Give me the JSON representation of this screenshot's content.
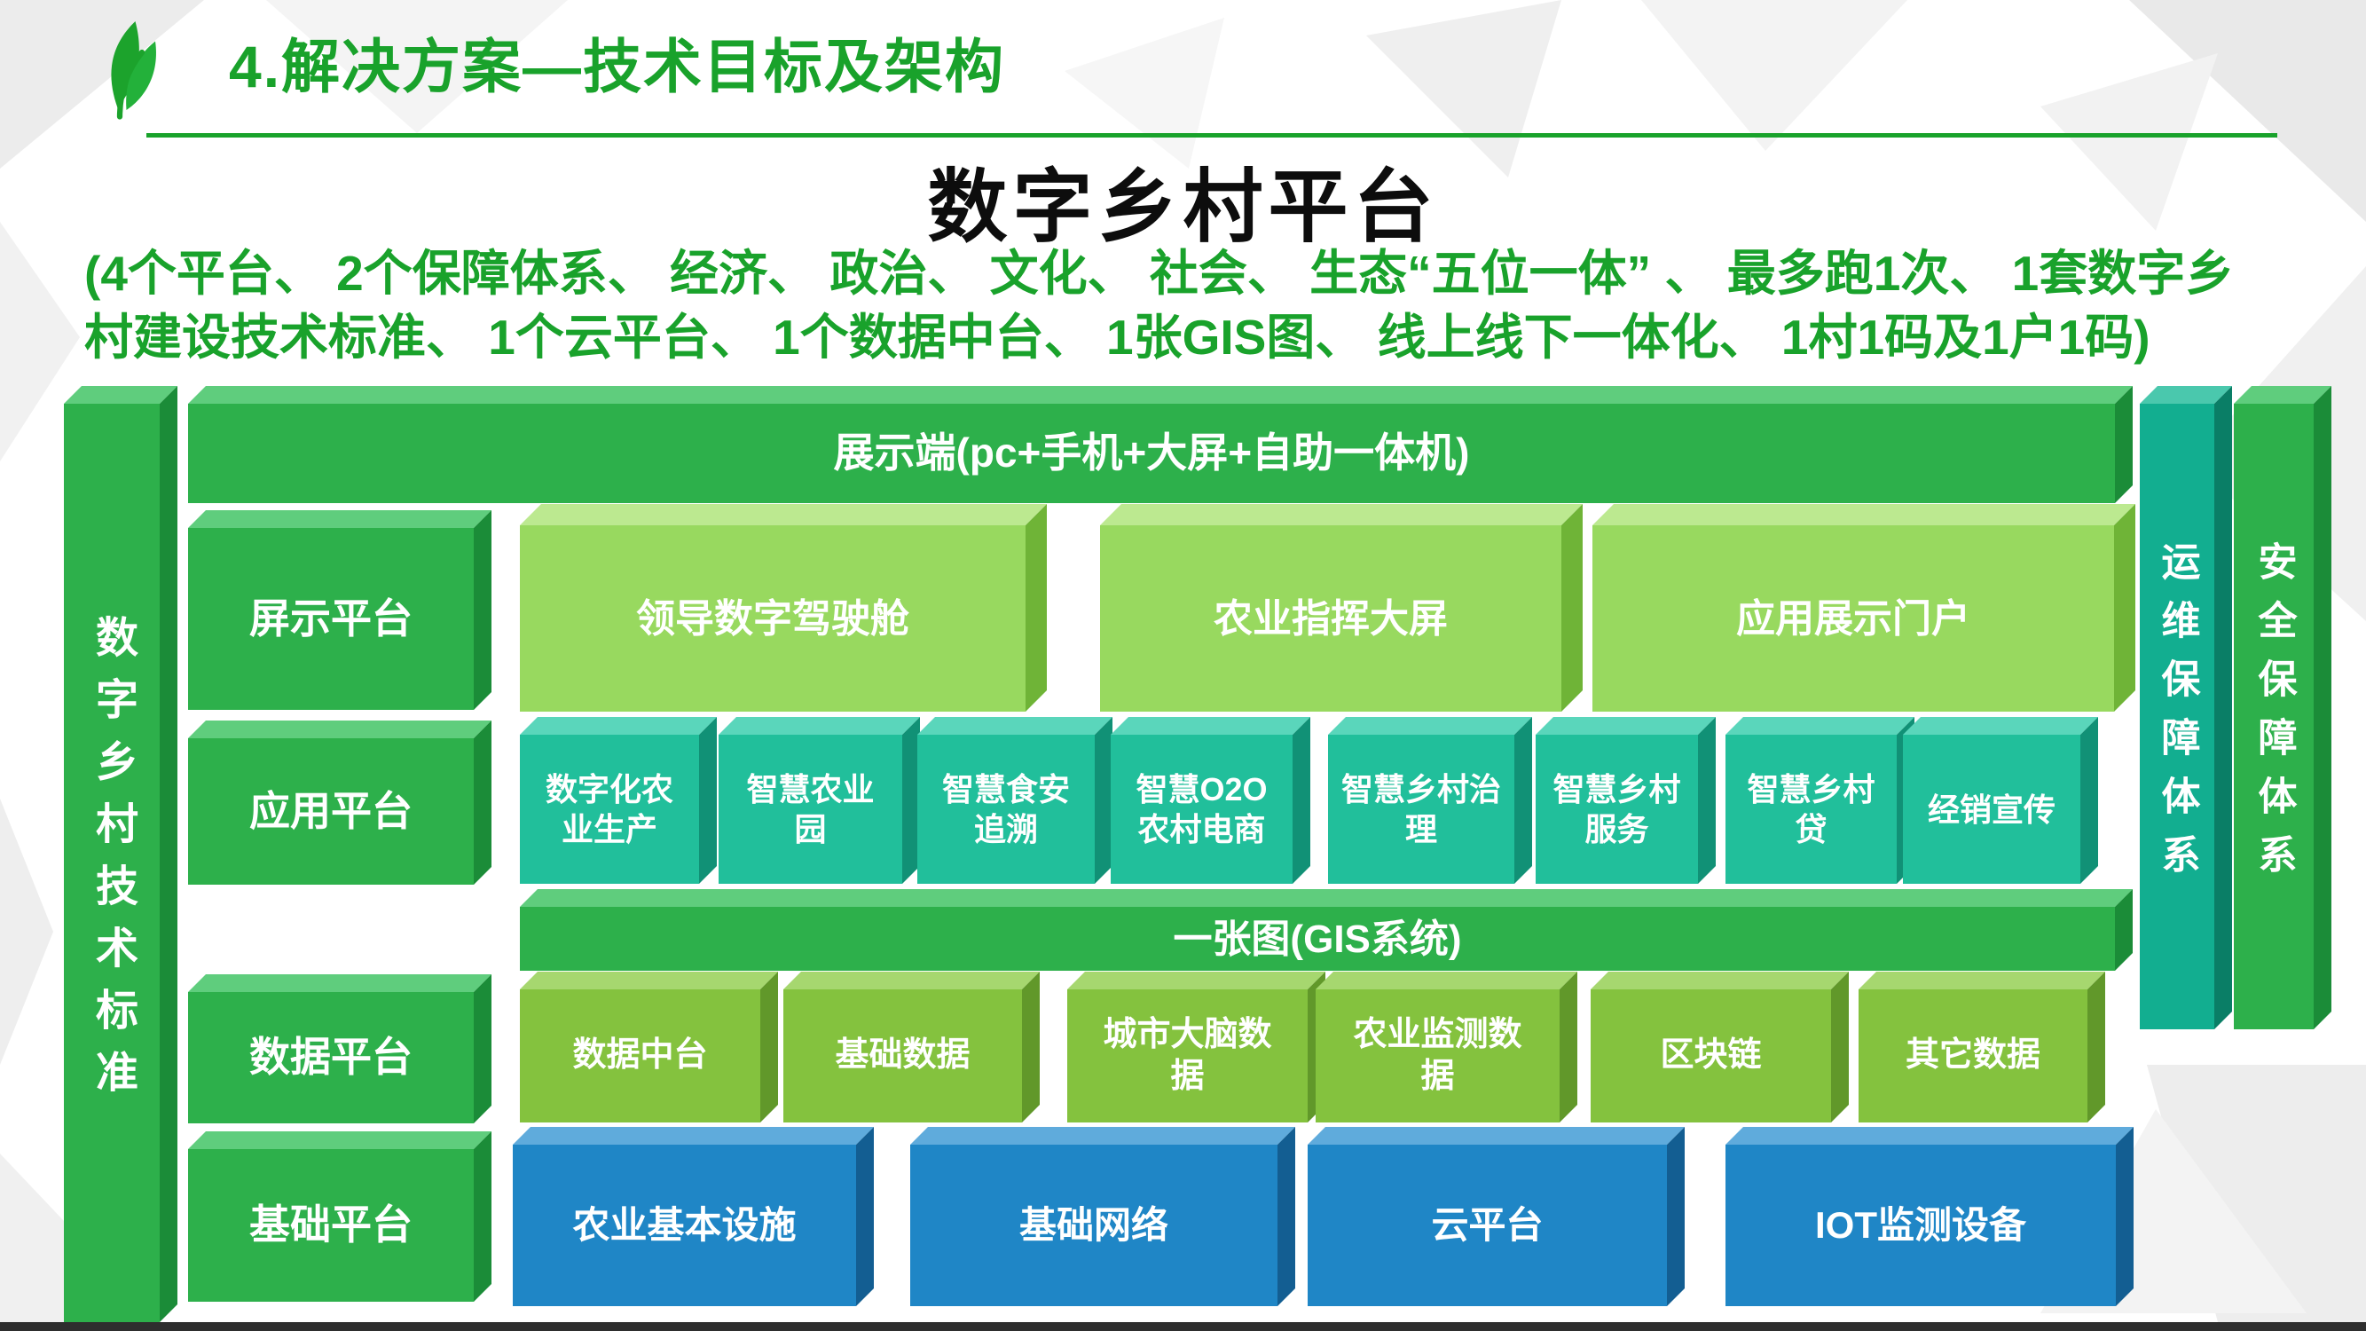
{
  "header": {
    "section_title": "4.解决方案—技术目标及架构",
    "main_title": "数字乡村平台",
    "subtitle_line1": "(4个平台、 2个保障体系、 经济、 政治、 文化、 社会、 生态“五位一体” 、 最多跑1次、 1套数字乡",
    "subtitle_line2": "村建设技术标准、 1个云平台、 1个数据中台、 1张GIS图、 线上线下一体化、 1村1码及1户1码)"
  },
  "pillars": {
    "left": "数字乡村技术标准",
    "right_ops": "运维保障体系",
    "right_security": "安全保障体系"
  },
  "layers": {
    "display_bar": "展示端(pc+手机+大屏+自助一体机)",
    "gis_bar": "一张图(GIS系统)",
    "rows": [
      {
        "label": "屏示平台",
        "items": [
          "领导数字驾驶舱",
          "农业指挥大屏",
          "应用展示门户"
        ]
      },
      {
        "label": "应用平台",
        "items": [
          "数字化农业生产",
          "智慧农业园",
          "智慧食安追溯",
          "智慧O2O农村电商",
          "智慧乡村治理",
          "智慧乡村服务",
          "智慧乡村贷",
          "经销宣传"
        ]
      },
      {
        "label": "数据平台",
        "items": [
          "数据中台",
          "基础数据",
          "城市大脑数据",
          "农业监测数据",
          "区块链",
          "其它数据"
        ]
      },
      {
        "label": "基础平台",
        "items": [
          "农业基本设施",
          "基础网络",
          "云平台",
          "IOT监测设备"
        ]
      }
    ]
  },
  "colors": {
    "accent_green": "#19A22B",
    "box_green": "#2DB04B",
    "box_light_green": "#98D95F",
    "box_teal": "#21BF9B",
    "box_olive": "#84C23E",
    "box_blue": "#1F86C6",
    "pillar_teal": "#12AE90",
    "title_black": "#0d0d0d"
  }
}
